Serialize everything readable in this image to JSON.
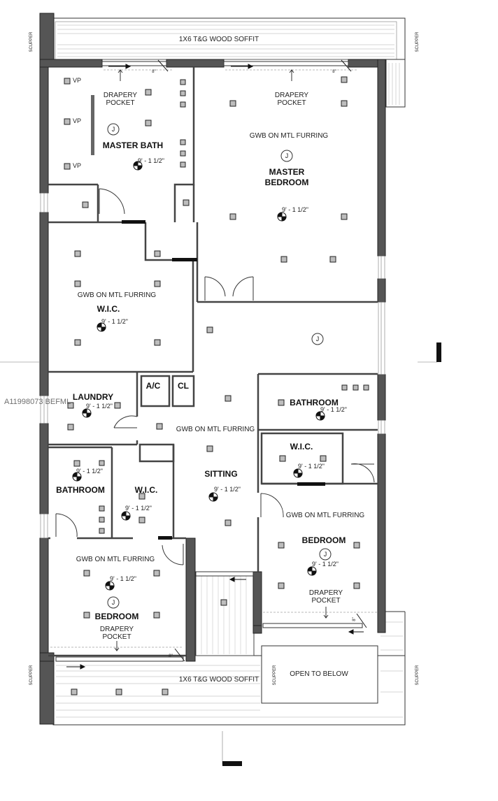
{
  "rooms": {
    "master_bath": "MASTER BATH",
    "master_bedroom_line1": "MASTER",
    "master_bedroom_line2": "BEDROOM",
    "wic_top": "W.I.C.",
    "laundry": "LAUNDRY",
    "ac": "A/C",
    "cl": "CL",
    "sitting": "SITTING",
    "bathroom_right": "BATHROOM",
    "wic_right": "W.I.C.",
    "bathroom_left": "BATHROOM",
    "wic_left": "W.I.C.",
    "bedroom_right": "BEDROOM",
    "bedroom_left": "BEDROOM"
  },
  "notes": {
    "soffit_top": "1X6 T&G WOOD SOFFIT",
    "soffit_bottom": "1X6 T&G WOOD SOFFIT",
    "drapery": "DRAPERY",
    "pocket": "POCKET",
    "gwb_furring": "GWB ON MTL FURRING",
    "open_to_below": "OPEN TO BELOW",
    "scupper": "SCUPPER",
    "vp": "VP",
    "junction": "J",
    "height": "9' - 1 1/2\"",
    "dim_8": "8\""
  },
  "watermark": "A11998073 BEFML"
}
